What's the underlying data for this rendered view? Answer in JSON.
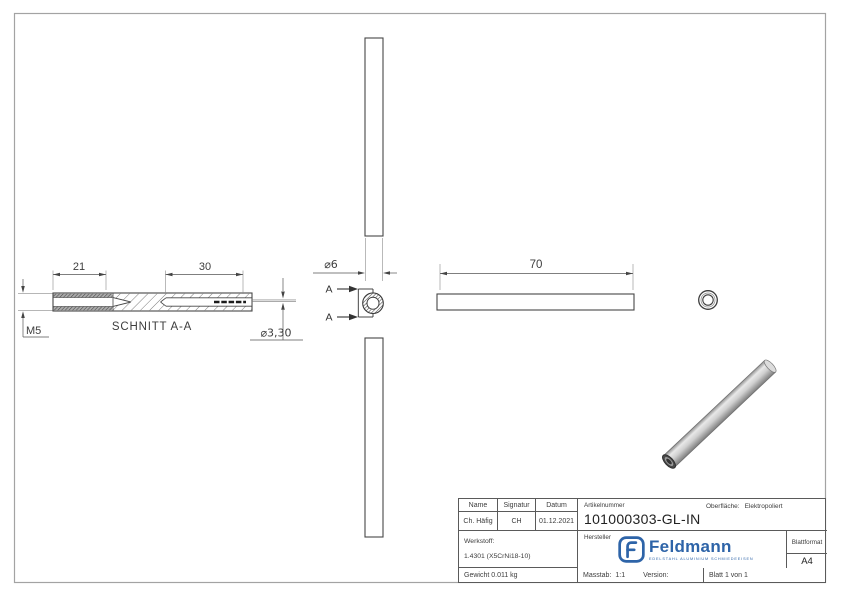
{
  "views": {
    "section_view": {
      "title": "SCHNITT A-A",
      "dim_thread_length": "21",
      "dim_bore_depth": "30",
      "thread_label": "M5",
      "bore_diameter_label": "⌀3,30"
    },
    "side_view": {
      "diameter_label": "⌀6",
      "section_mark": "A"
    },
    "front_view": {
      "dim_length": "70"
    }
  },
  "title_block": {
    "headers": {
      "name": "Name",
      "signatur": "Signatur",
      "datum": "Datum",
      "artikelnummer": "Artikelnummer",
      "oberflaeche": "Oberfläche:",
      "hersteller": "Hersteller",
      "werkstoff": "Werkstoff:",
      "blattformat": "Blattformat",
      "masstab": "Masstab:",
      "version": "Version:"
    },
    "values": {
      "name": "Ch. Häfig",
      "signatur": "CH",
      "datum": "01.12.2021",
      "artikelnummer": "101000303-GL-IN",
      "oberflaeche": "Elektropoliert",
      "werkstoff": "1.4301 (X5CrNi18-10)",
      "gewicht": "Gewicht 0.011 kg",
      "masstab": "1:1",
      "blattformat": "A4",
      "blatt": "Blatt 1 von 1"
    },
    "logo": {
      "brand": "Feldmann",
      "tagline": "EDELSTAHL ALUMINIUM SCHMIEDEEISEN"
    }
  },
  "colors": {
    "logo_blue": "#2e64a8",
    "line_dark": "#464646",
    "line_dim": "#6a6a6a",
    "page_border": "#a3a3a3"
  }
}
